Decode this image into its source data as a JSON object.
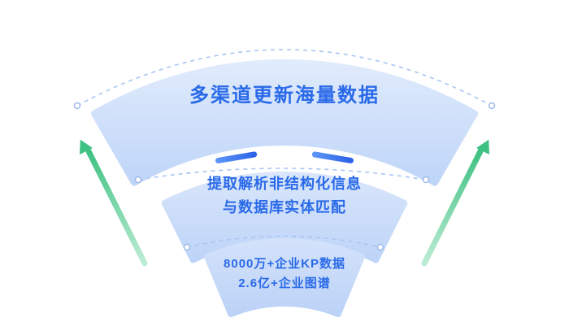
{
  "diagram": {
    "type": "fan-tiers",
    "tiers": [
      {
        "id": "tier-massive-data",
        "lines": [
          "多渠道更新海量数据"
        ]
      },
      {
        "id": "tier-extraction",
        "lines": [
          "提取解析非结构化信息",
          "与数据库实体匹配"
        ]
      },
      {
        "id": "tier-scale",
        "lines": [
          "8000万+企业KP数据",
          "2.6亿+企业图谱"
        ]
      }
    ],
    "colors": {
      "text_blue": "#2a6ae9",
      "band_gradient_top": "#dde9fc",
      "band_gradient_bottom": "#bfd5f8",
      "dashed_line": "#a9c5f1",
      "dot_stroke": "#9db9ec",
      "accent_dash_blue": "#3470ef",
      "arrow_green_tip": "#3fc183",
      "arrow_green_tail": "#bdecd4"
    }
  }
}
